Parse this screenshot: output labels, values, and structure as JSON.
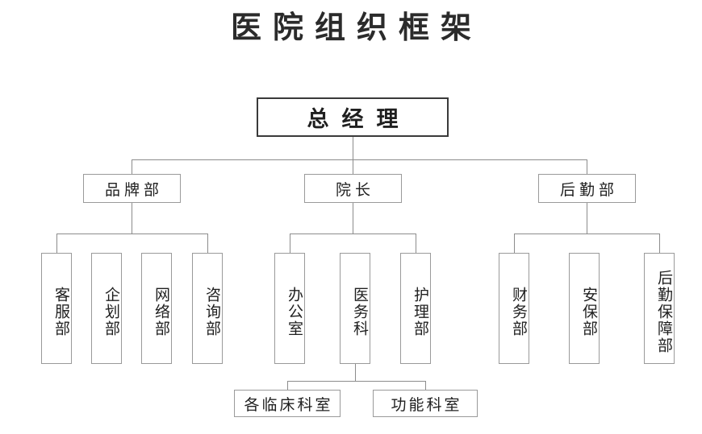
{
  "title": "医院组织框架",
  "org_chart": {
    "type": "org-tree",
    "root": {
      "label": "总经理"
    },
    "level2": [
      {
        "label": "品牌部"
      },
      {
        "label": "院长"
      },
      {
        "label": "后勤部"
      }
    ],
    "brand_children": [
      {
        "label": "客服部"
      },
      {
        "label": "企划部"
      },
      {
        "label": "网络部"
      },
      {
        "label": "咨询部"
      }
    ],
    "dean_children": [
      {
        "label": "办公室"
      },
      {
        "label": "医务科"
      },
      {
        "label": "护理部"
      }
    ],
    "logistics_children": [
      {
        "label": "财务部"
      },
      {
        "label": "安保部"
      },
      {
        "label": "后勤保障部"
      }
    ],
    "medical_children": [
      {
        "label": "各临床科室"
      },
      {
        "label": "功能科室"
      }
    ]
  },
  "colors": {
    "title_text": "#2b2b2b",
    "box_border": "#9a9a9a",
    "root_border": "#3a3a3a",
    "connector": "#8c8c8c",
    "background": "#ffffff"
  }
}
